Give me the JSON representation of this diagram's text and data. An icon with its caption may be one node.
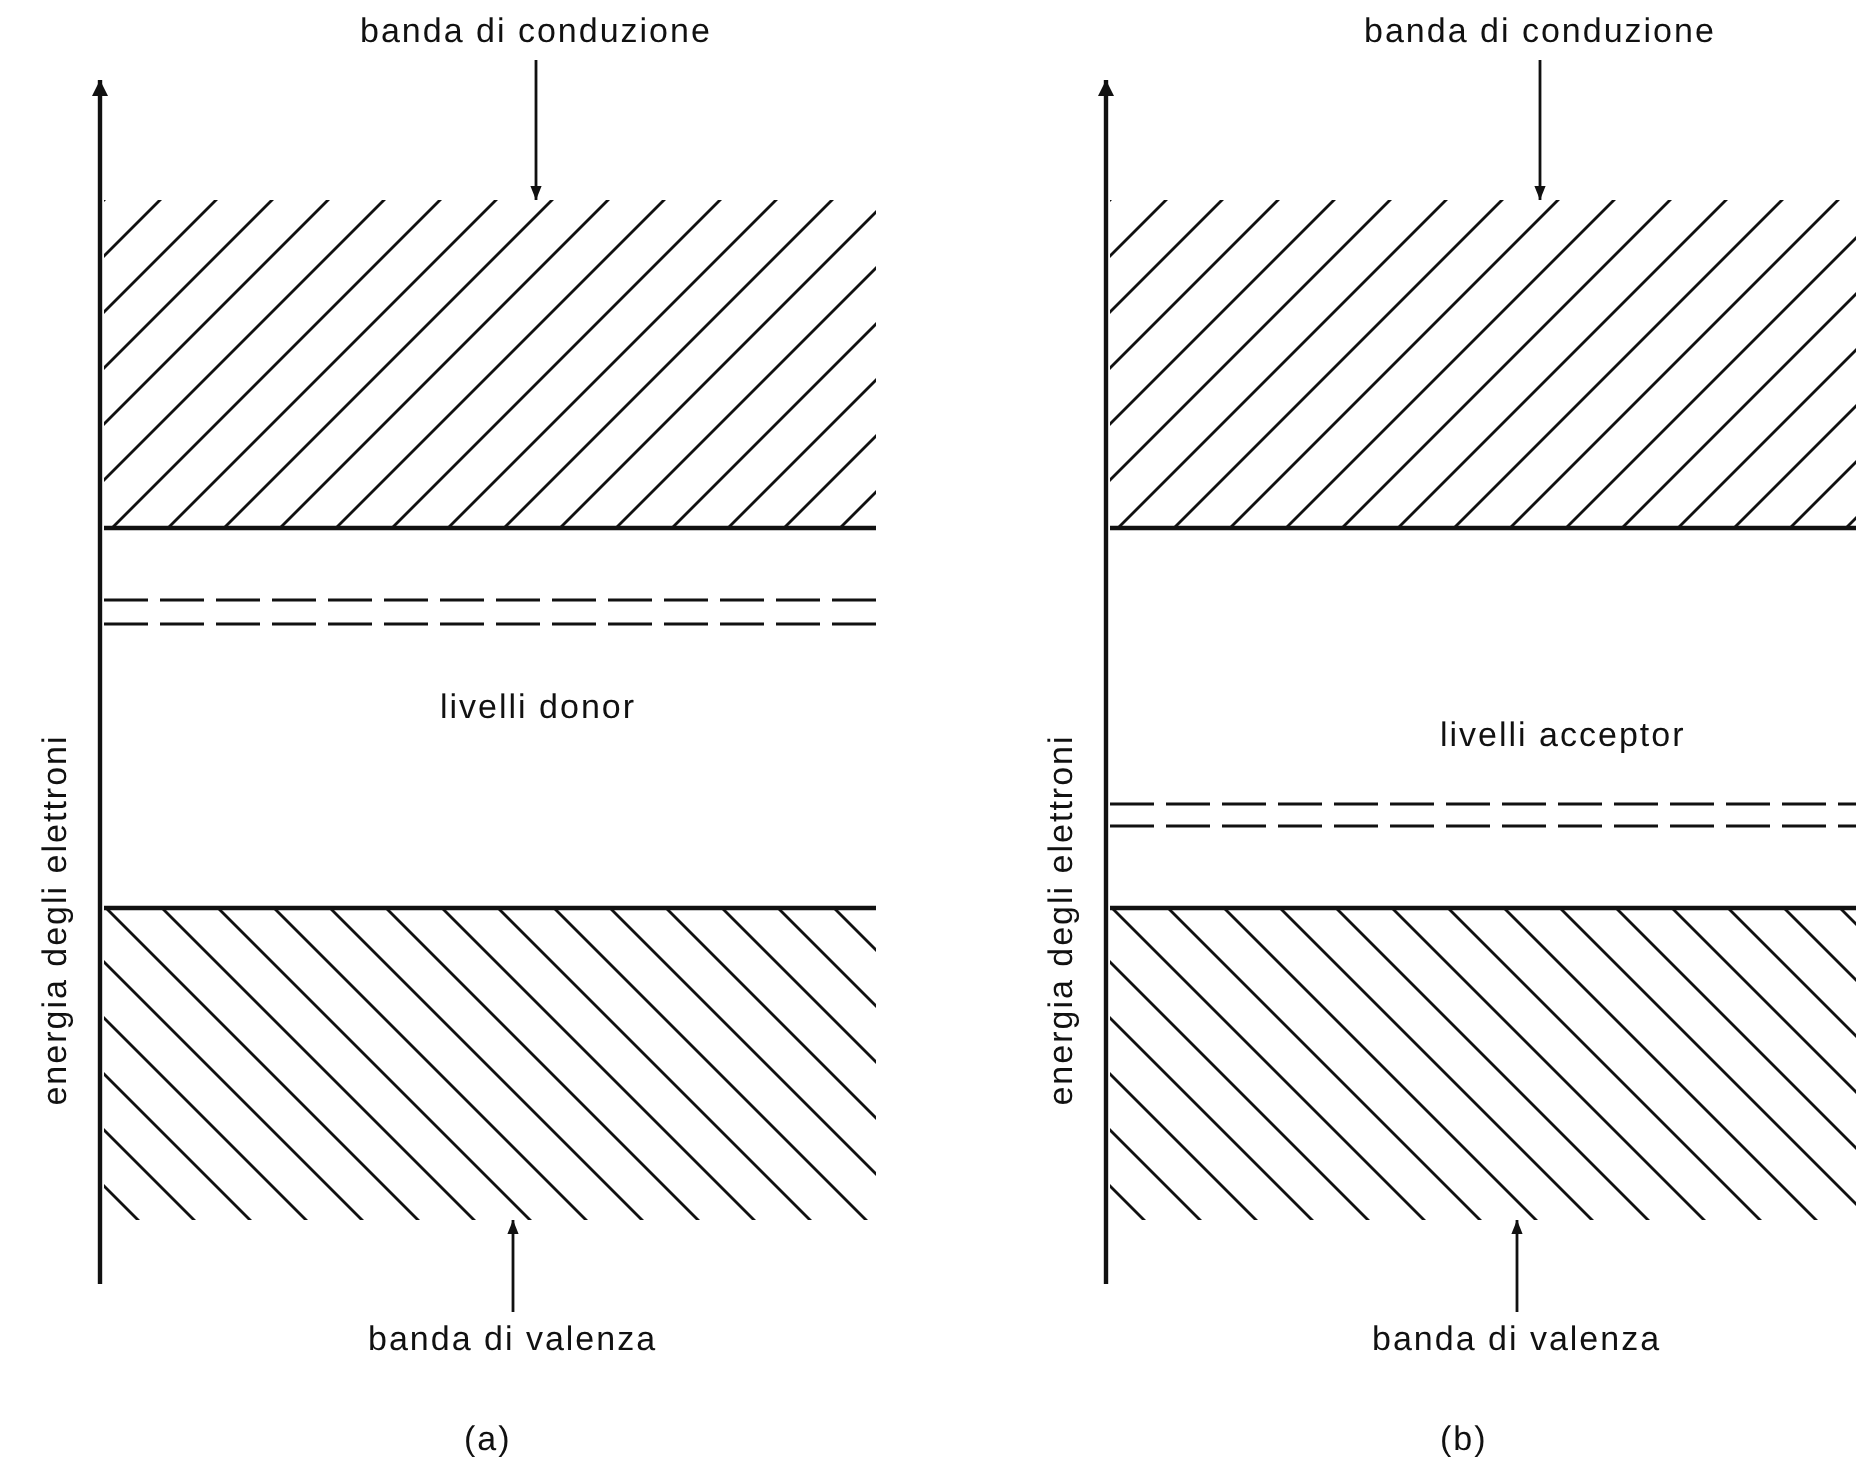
{
  "diagram": {
    "nodes": [
      {
        "text": [
          "banda di conduzione"
        ]
      },
      {
        "text": [],
        "shape": "box"
      },
      {
        "text": [],
        "shape": "box"
      },
      {
        "text": [
          "banda di valenza"
        ]
      },
      {
        "text": [
          "banda di conduzione"
        ]
      },
      {
        "text": [],
        "shape": "box"
      },
      {
        "text": [],
        "shape": "box"
      },
      {
        "text": [
          "banda di valenza"
        ]
      }
    ],
    "edges": [
      {
        "from": 0,
        "to": 1,
        "arrow": "to"
      },
      {
        "from": 3,
        "to": 2,
        "arrow": "to"
      },
      {
        "from": 4,
        "to": 5,
        "arrow": "to"
      },
      {
        "from": 7,
        "to": 6,
        "arrow": "to"
      }
    ],
    "labels": [
      "energia degli elettroni",
      "livelli donor",
      "(a)",
      "energia degli elettroni",
      "livelli acceptor",
      "(b)"
    ]
  }
}
